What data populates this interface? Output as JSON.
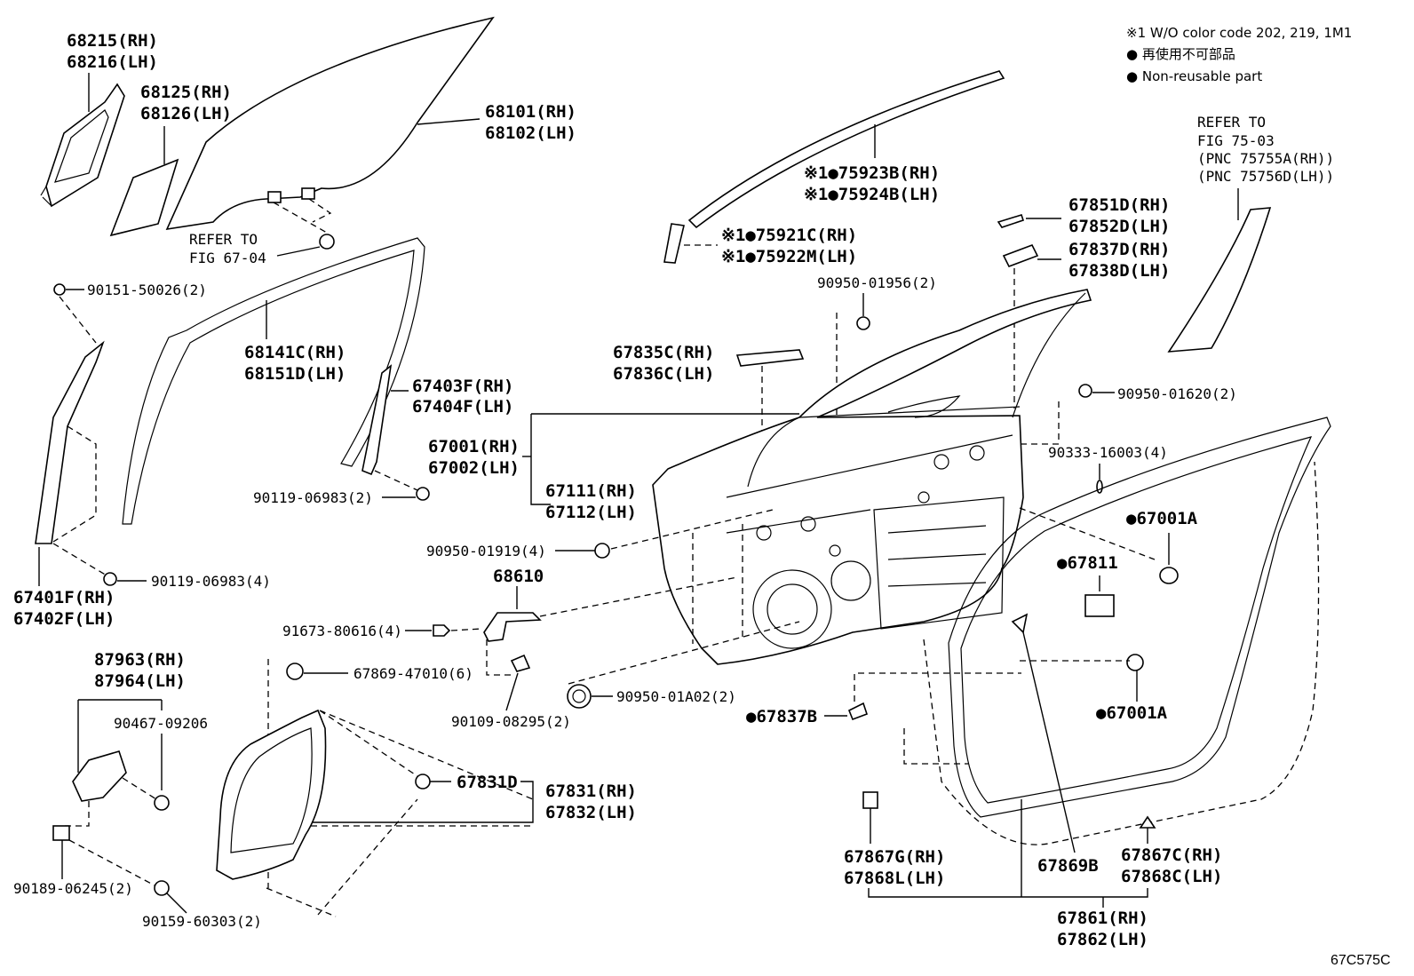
{
  "notes": {
    "line1": "※1 W/O color code 202, 219, 1M1",
    "line2": "● 再使用不可部品",
    "line3": "● Non-reusable part"
  },
  "figure_code": "67C575C",
  "labels": {
    "p68215": "68215(RH)",
    "p68216": "68216(LH)",
    "p68125": "68125(RH)",
    "p68126": "68126(LH)",
    "p68101": "68101(RH)",
    "p68102": "68102(LH)",
    "refer1a": "REFER TO",
    "refer1b": "FIG 67-04",
    "p90151": "90151-50026(2)",
    "p68141": "68141C(RH)",
    "p68151": "68151D(LH)",
    "p67403": "67403F(RH)",
    "p67404": "67404F(LH)",
    "p90119a": "90119-06983(2)",
    "p90119b": "90119-06983(4)",
    "p67401": "67401F(RH)",
    "p67402": "67402F(LH)",
    "p75923": "※1●75923B(RH)",
    "p75924": "※1●75924B(LH)",
    "p75921": "※1●75921C(RH)",
    "p75922": "※1●75922M(LH)",
    "refer2a": "REFER TO",
    "refer2b": "FIG 75-03",
    "refer2c": "(PNC 75755A(RH))",
    "refer2d": "(PNC 75756D(LH))",
    "p67851": "67851D(RH)",
    "p67852": "67852D(LH)",
    "p67837d": "67837D(RH)",
    "p67838": "67838D(LH)",
    "p90950_1956": "90950-01956(2)",
    "p67835": "67835C(RH)",
    "p67836": "67836C(LH)",
    "p90950_1620": "90950-01620(2)",
    "p67001": "67001(RH)",
    "p67002": "67002(LH)",
    "p67111": "67111(RH)",
    "p67112": "67112(LH)",
    "p90333": "90333-16003(4)",
    "p67001a1": "●67001A",
    "p67811": "●67811",
    "p90950_1919": "90950-01919(4)",
    "p68610": "68610",
    "p91673": "91673-80616(4)",
    "p87963": "87963(RH)",
    "p87964": "87964(LH)",
    "p67869": "67869-47010(6)",
    "p90950_1a02": "90950-01A02(2)",
    "p90467": "90467-09206",
    "p90109": "90109-08295(2)",
    "p67837b": "●67837B",
    "p67001a2": "●67001A",
    "p67831d": "67831D",
    "p67831": "67831(RH)",
    "p67832": "67832(LH)",
    "p90189": "90189-06245(2)",
    "p90159": "90159-60303(2)",
    "p67867g": "67867G(RH)",
    "p67868l": "67868L(LH)",
    "p67869b": "67869B",
    "p67867c": "67867C(RH)",
    "p67868c": "67868C(LH)",
    "p67861": "67861(RH)",
    "p67862": "67862(LH)"
  }
}
